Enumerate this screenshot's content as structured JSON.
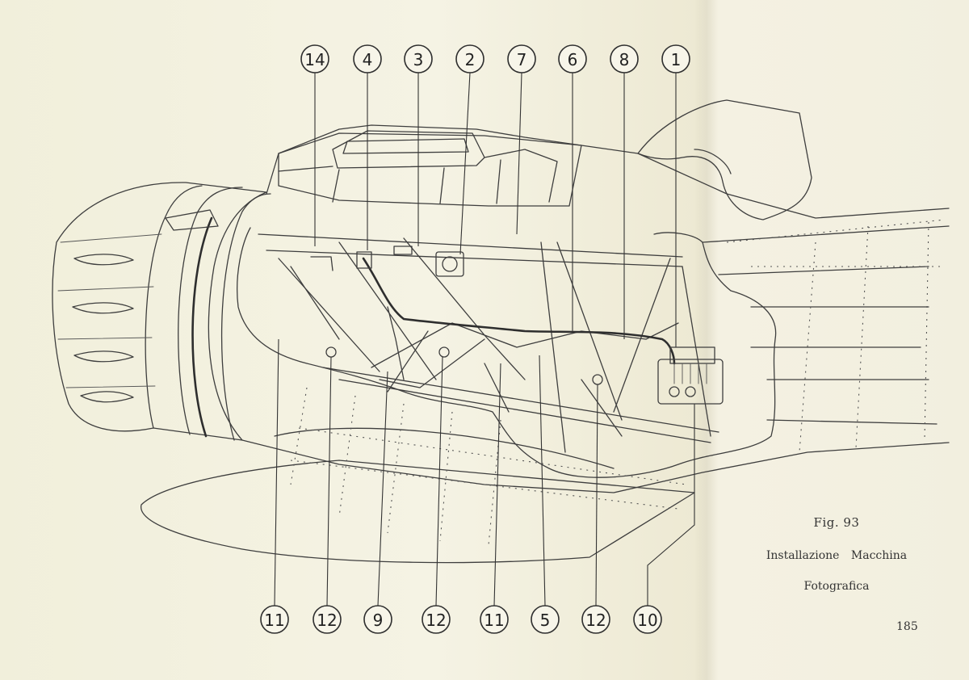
{
  "figure": {
    "number_label": "Fig. 93",
    "caption_line1": "Installazione Macchina",
    "caption_line2": "Fotografica"
  },
  "page_number": "185",
  "callouts_top": [
    "14",
    "4",
    "3",
    "2",
    "7",
    "6",
    "8",
    "1"
  ],
  "callouts_bottom": [
    "11",
    "12",
    "9",
    "12",
    "11",
    "5",
    "12",
    "10"
  ],
  "colors": {
    "ink": "#3e3e3e",
    "paper": "#f3f0e0"
  }
}
